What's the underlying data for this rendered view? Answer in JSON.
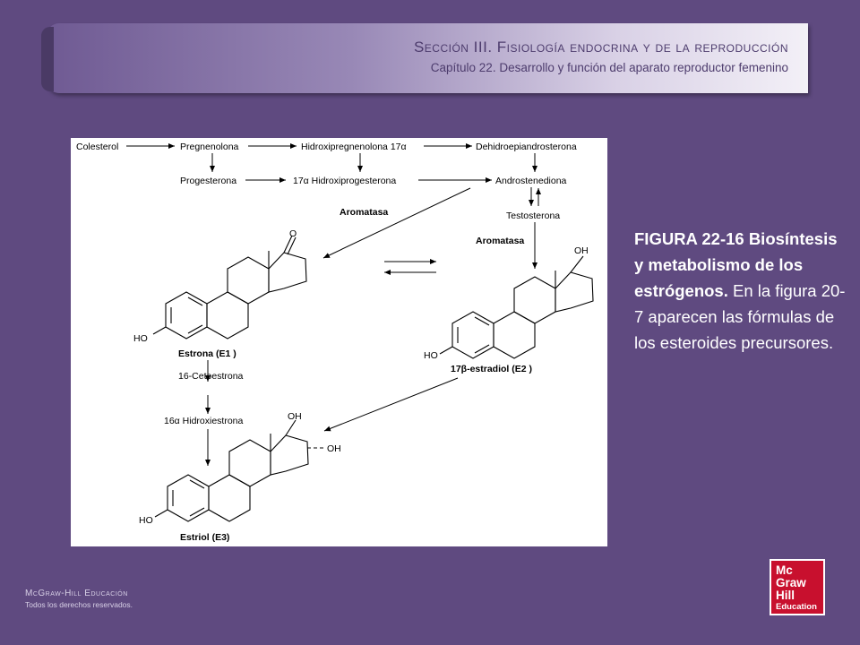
{
  "header": {
    "section": "Sección III.  Fisiología endocrina y de la reproducción",
    "chapter": "Capítulo 22.  Desarrollo y función del aparato reproductor femenino"
  },
  "diagram": {
    "colesterol": "Colesterol",
    "pregnenolona": "Pregnenolona",
    "hidroxipregnenolona": "Hidroxipregnenolona 17α",
    "dhea": "Dehidroepiandrosterona",
    "progesterona": "Progesterona",
    "hidroxiprogesterona": "17α Hidroxiprogesterona",
    "androstenediona": "Androstenediona",
    "aromatasa_1": "Aromatasa",
    "testosterona": "Testosterona",
    "aromatasa_2": "Aromatasa",
    "estrona_label": "Estrona (E1 )",
    "estradiol_label": "17β-estradiol (E2 )",
    "cetoestrona": "16-Cetoestrona",
    "hidroxiestrona": "16α Hidroxiestrona",
    "estriol_label": "Estriol (E3)",
    "o_label": "O",
    "oh_label": "OH",
    "ho_label": "HO"
  },
  "caption": {
    "title": "FIGURA 22-16 Biosíntesis y metabolismo de los estrógenos.",
    "body": "En la figura 20-7 aparecen las fórmulas de los esteroides precursores."
  },
  "footer": {
    "brand": "McGraw-Hill Educación",
    "rights": "Todos los derechos reservados."
  },
  "logo": {
    "line1": "Mc",
    "line2": "Graw",
    "line3": "Hill",
    "line4": "Education"
  },
  "colors": {
    "background": "#5f4a80",
    "logo_red": "#c8102e"
  }
}
